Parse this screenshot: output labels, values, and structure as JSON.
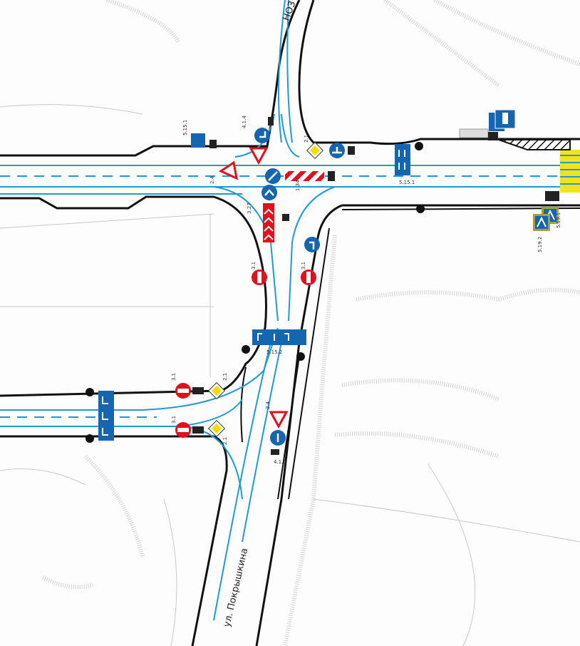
{
  "labels": {
    "street_south": "ул. Покрышкина",
    "street_north": "НОЗ"
  },
  "sign_codes": {
    "north_left_arrow": "4.1.4",
    "north_parking": "5.15.1",
    "center_yield": "2.4",
    "center_barrier": "1.34",
    "center_stack": "3.27",
    "main_road_ne": "2.1",
    "east_lanes": "5.15.1",
    "crosswalk_1": "5.19.1",
    "crosswalk_2": "5.19.2",
    "south_noentry_l": "3.1",
    "south_noentry_r": "3.1",
    "south_lanes": "5.15.2",
    "west_noentry_top": "3.1",
    "west_noentry_bottom": "3.1",
    "west_main_top": "2.1",
    "west_main_bottom": "2.1",
    "south_yield": "2.4",
    "south_straight": "4.1.1"
  },
  "colors": {
    "road_marking": "#1e9ad6",
    "sign_blue": "#1565b0",
    "sign_red": "#e0101e",
    "main_road_yellow": "#f5dc00"
  }
}
